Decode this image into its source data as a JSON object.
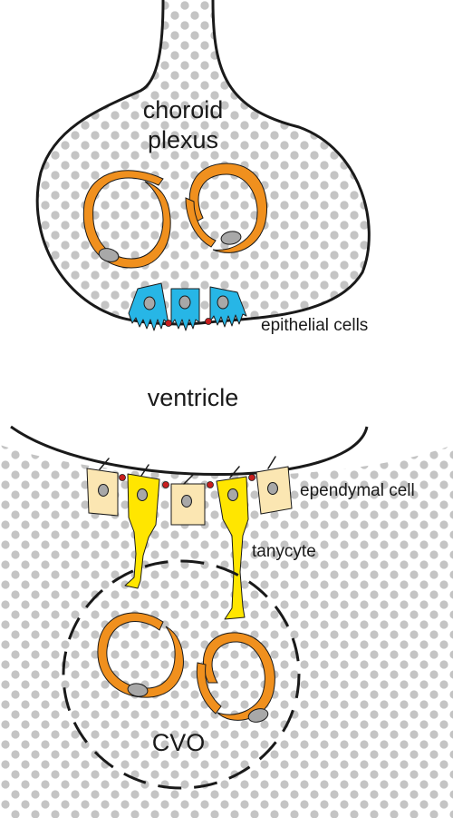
{
  "labels": {
    "choroid_line1": "choroid",
    "choroid_line2": "plexus",
    "epithelial": "epithelial cells",
    "ventricle": "ventricle",
    "ependymal": "ependymal cell",
    "tanycyte": "tanycyte",
    "cvo": "CVO"
  },
  "colors": {
    "background_dots": "#c4c4c4",
    "outline": "#1a1a1a",
    "vessel": "#f0901e",
    "nucleus": "#a8a8a8",
    "epithelial": "#27b6e6",
    "ependymal": "#fbe6b2",
    "tanycyte": "#ffe600",
    "junction": "#c81e1e"
  }
}
